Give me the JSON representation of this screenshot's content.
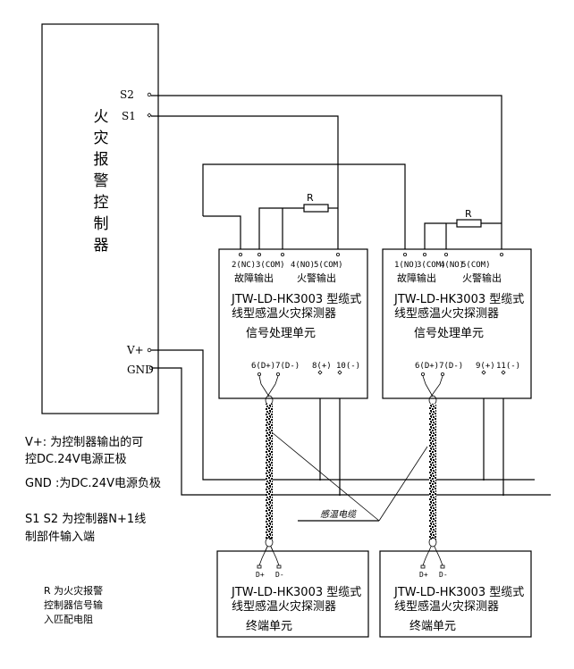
{
  "controller": {
    "title_chars": [
      "火",
      "灾",
      "报",
      "警",
      "控",
      "制",
      "器"
    ],
    "terminals": {
      "s2": "S2",
      "s1": "S1",
      "vplus": "V+",
      "gnd": "GND"
    }
  },
  "signal_units": [
    {
      "terminals": [
        "2(NC)",
        "3(COM)",
        "4(NO)",
        "5(COM)"
      ],
      "output_labels": [
        "故障输出",
        "火警输出"
      ],
      "model_line1": "JTW-LD-HK3003 型缆式",
      "model_line2": "线型感温火灾探测器",
      "unit_name": "信号处理单元",
      "bottom_terminals": [
        "6(D+)7(D-)",
        "8(+)",
        "10(-)"
      ],
      "resistor_label": "R"
    },
    {
      "terminals": [
        "1(NO)",
        "3(COM)",
        "4(NO)",
        "5(COM)"
      ],
      "output_labels": [
        "故障输出",
        "火警输出"
      ],
      "model_line1": "JTW-LD-HK3003 型缆式",
      "model_line2": "线型感温火灾探测器",
      "unit_name": "信号处理单元",
      "bottom_terminals": [
        "6(D+)7(D-)",
        "9(+)",
        "11(-)"
      ],
      "resistor_label": "R"
    }
  ],
  "end_units": [
    {
      "terminals": [
        "D+",
        "D-"
      ],
      "model_line1": "JTW-LD-HK3003 型缆式",
      "model_line2": "线型感温火灾探测器",
      "unit_name": "终端单元"
    },
    {
      "terminals": [
        "D+",
        "D-"
      ],
      "model_line1": "JTW-LD-HK3003 型缆式",
      "model_line2": "线型感温火灾探测器",
      "unit_name": "终端单元"
    }
  ],
  "cable_label": "感温电缆",
  "notes": {
    "vplus_line1": "V+: 为控制器输出的可",
    "vplus_line2": "控DC.24V电源正极",
    "gnd_line": "GND :为DC.24V电源负极",
    "s_line1": "S1 S2 为控制器N+1线",
    "s_line2": "制部件输入端",
    "r_line1": "R  为火灾报警",
    "r_line2": "控制器信号输",
    "r_line3": "入匹配电阻"
  }
}
